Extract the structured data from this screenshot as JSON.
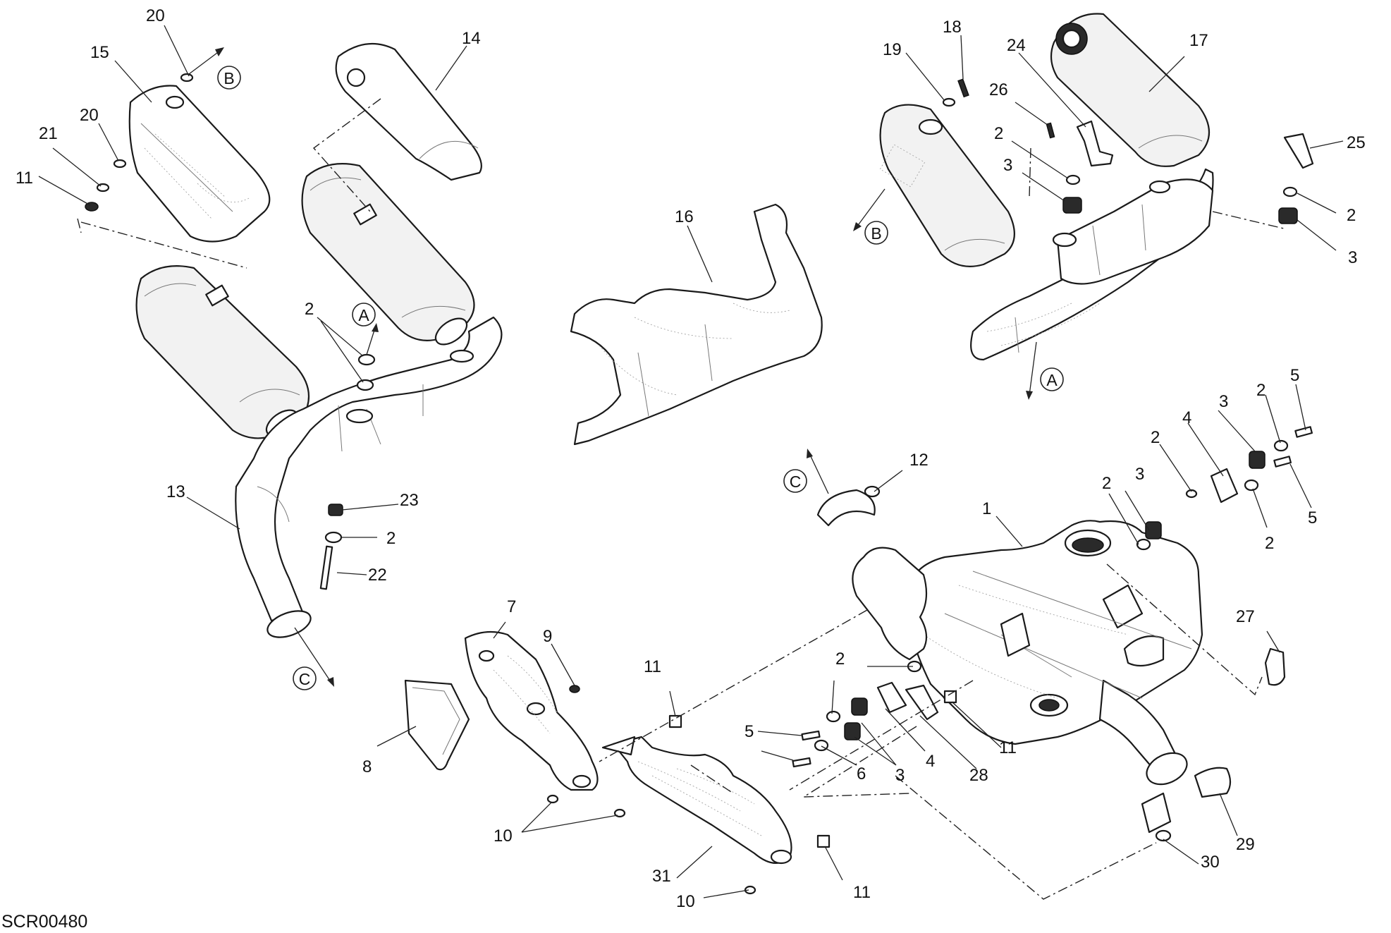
{
  "diagram": {
    "drawing_code": "SCR00480",
    "callouts": {
      "c20a": "20",
      "c15": "15",
      "c14": "14",
      "c20b": "20",
      "c21": "21",
      "c11a": "11",
      "c2a": "2",
      "c23": "23",
      "c2b": "2",
      "c22": "22",
      "c13": "13",
      "c16": "16",
      "c19": "19",
      "c18": "18",
      "c24": "24",
      "c17": "17",
      "c26": "26",
      "c2c": "2",
      "c3a": "3",
      "c25": "25",
      "c2d": "2",
      "c3b": "3",
      "c5a": "5",
      "c2e": "2",
      "c3c": "3",
      "c4a": "4",
      "c2f": "2",
      "c3d": "3",
      "c2g": "2",
      "c5b": "5",
      "c2h": "2",
      "c12": "12",
      "c1": "1",
      "c27": "27",
      "c7": "7",
      "c9": "9",
      "c8": "8",
      "c10a": "10",
      "c11b": "11",
      "c31": "31",
      "c10b": "10",
      "c11c": "11",
      "c2i": "2",
      "c5c": "5",
      "c6": "6",
      "c3e": "3",
      "c4b": "4",
      "c28": "28",
      "c11d": "11",
      "c29": "29",
      "c30": "30"
    },
    "references": {
      "refA1": "A",
      "refB1": "B",
      "refC1": "C",
      "refA2": "A",
      "refB2": "B",
      "refC2": "C"
    }
  }
}
